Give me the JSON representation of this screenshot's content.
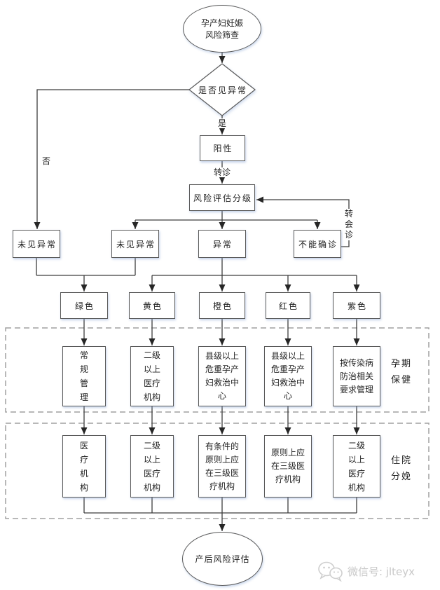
{
  "flow": {
    "start_label": "孕产妇妊娠\n风险筛查",
    "decision_label": "是否见异常",
    "yes_label": "是",
    "no_label": "否",
    "positive_label": "阳性",
    "referral_label": "转诊",
    "assessment_label": "风险评估分级",
    "reconsult_label": "转\n会\n诊",
    "screen_results": [
      "未见异常",
      "未见异常",
      "异常",
      "不能确诊"
    ],
    "risk_colors": [
      "绿色",
      "黄色",
      "橙色",
      "红色",
      "紫色"
    ],
    "pregnancy_care": {
      "label": "孕期\n保健",
      "items": [
        "常\n规\n管\n理",
        "二级\n以上\n医疗\n机构",
        "县级以上\n危重孕产\n妇救治中\n心",
        "县级以上\n危重孕产\n妇救治中\n心",
        "按传染病\n防治相关\n要求管理"
      ]
    },
    "hospital_delivery": {
      "label": "住院\n分娩",
      "items": [
        "医\n疗\n机\n构",
        "二级\n以上\n医疗\n机构",
        "有条件的\n原则上应\n在三级医\n疗机构",
        "原则上应\n在三级医\n疗机构",
        "二级\n以上\n医疗\n机构"
      ]
    },
    "end_label": "产后风险评估"
  },
  "watermark": {
    "icon": "wechat-icon",
    "text": "微信号: jlteyx",
    "color": "#c9c9c9"
  },
  "style_colors": {
    "background": "#ffffff",
    "line": "#3d3d3d",
    "box_border": "#595959",
    "dashed_region_border": "#a0a0a0",
    "text": "#1f1f1f"
  }
}
